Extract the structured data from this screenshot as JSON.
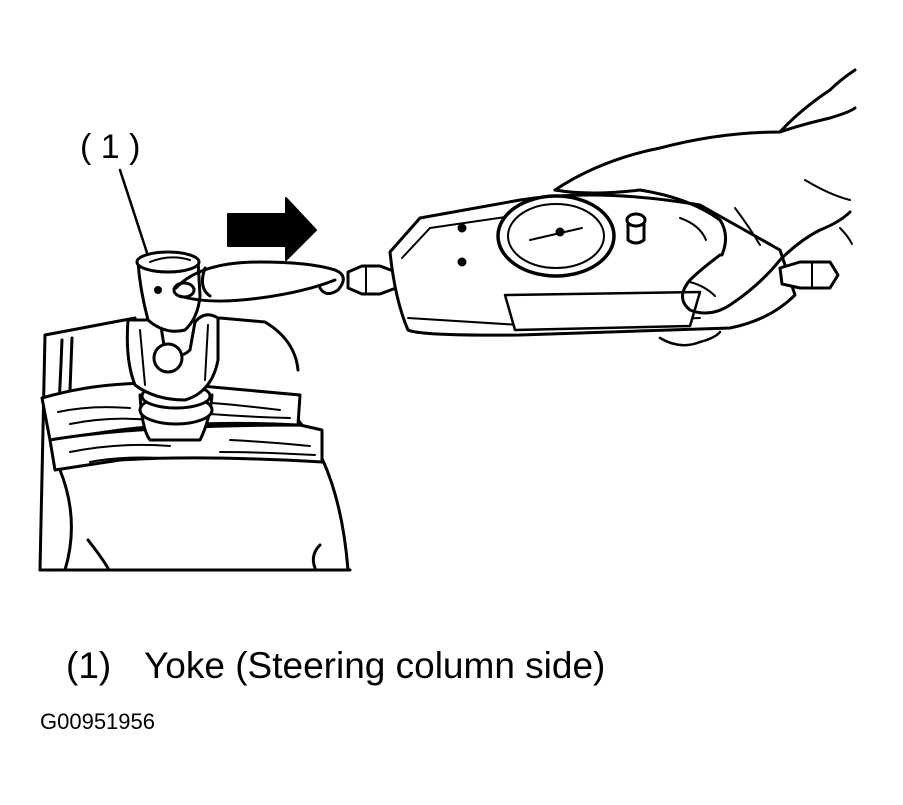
{
  "callout": {
    "label": "( 1 )"
  },
  "legend": {
    "number": "(1)",
    "text": "Yoke (Steering column side)"
  },
  "figure_id": "G00951956",
  "colors": {
    "line": "#000000",
    "background": "#ffffff"
  },
  "icons": [
    "pull-direction-arrow-icon",
    "spring-scale-icon",
    "hand-icon",
    "yoke-icon"
  ]
}
